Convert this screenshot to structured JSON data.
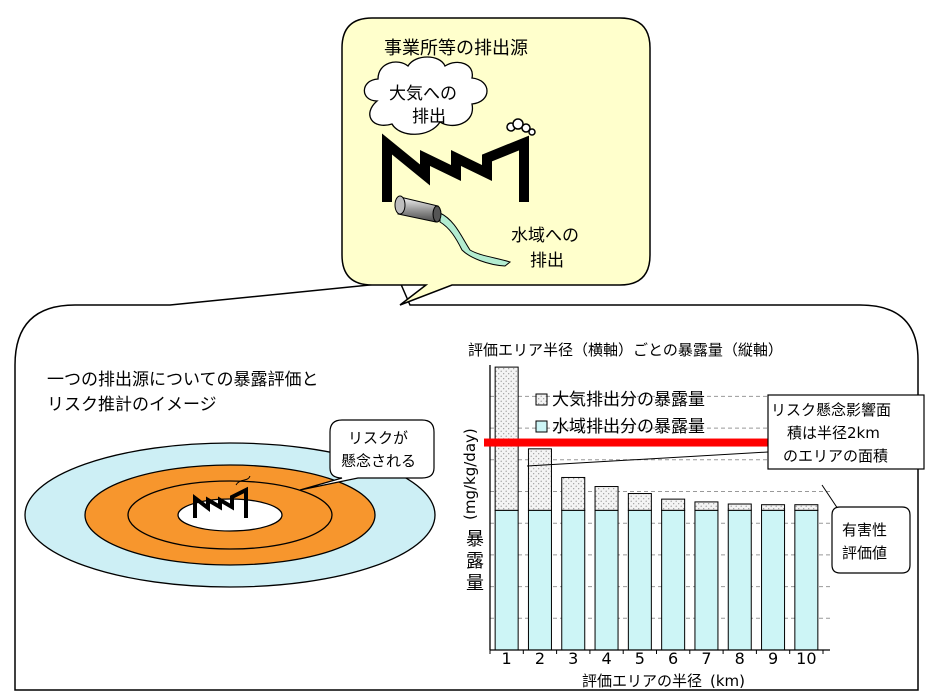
{
  "source_bubble": {
    "title": "事業所等の排出源",
    "air_release_line1": "大気への",
    "air_release_line2": "排出",
    "water_release_line1": "水域への",
    "water_release_line2": "排出"
  },
  "left_panel": {
    "title_line1": "一つの排出源についての暴露評価と",
    "title_line2": "リスク推計のイメージ",
    "risk_callout_line1": "リスクが",
    "risk_callout_line2": "懸念される"
  },
  "chart_title": "評価エリア半径（横軸）ごとの暴露量（縦軸）",
  "chart_ylabel_unit": "(mg/kg/day)",
  "chart_ylabel_main": "暴露量",
  "chart_xlabel": "評価エリアの半径",
  "chart_xlabel_unit": "(km)",
  "legend": {
    "air": "大気排出分の暴露量",
    "water": "水域排出分の暴露量"
  },
  "annotation_risk_line1": "リスク懸念影響面",
  "annotation_risk_line2": "積は半径2km",
  "annotation_risk_line3": "のエリアの面積",
  "annotation_hazard_line1": "有害性",
  "annotation_hazard_line2": "評価値",
  "colors": {
    "water": "#cdf5f6",
    "air": "#f2f2f2",
    "bubble": "#ffffcc",
    "ring_orange": "#f7962d",
    "ring_outer": "#cdeff5",
    "threshold": "#ff0000",
    "pipe_flow": "#b3ecd0"
  },
  "chart_data": {
    "type": "bar",
    "stacked": true,
    "categories": [
      "1",
      "2",
      "3",
      "4",
      "5",
      "6",
      "7",
      "8",
      "9",
      "10"
    ],
    "series": [
      {
        "name": "水域排出分の暴露量",
        "values": [
          2.0,
          2.0,
          2.0,
          2.0,
          2.0,
          2.0,
          2.0,
          2.0,
          2.0,
          2.0
        ]
      },
      {
        "name": "大気排出分の暴露量",
        "values": [
          2.05,
          0.88,
          0.47,
          0.34,
          0.24,
          0.16,
          0.12,
          0.09,
          0.08,
          0.08
        ]
      }
    ],
    "threshold": 2.97,
    "threshold_label": "有害性評価値",
    "ylim": [
      0,
      4.08
    ],
    "xlabel": "評価エリアの半径 (km)",
    "ylabel": "暴露量 (mg/kg/day)",
    "y_ticks_labeled": false,
    "grid": "dashed horizontal"
  }
}
